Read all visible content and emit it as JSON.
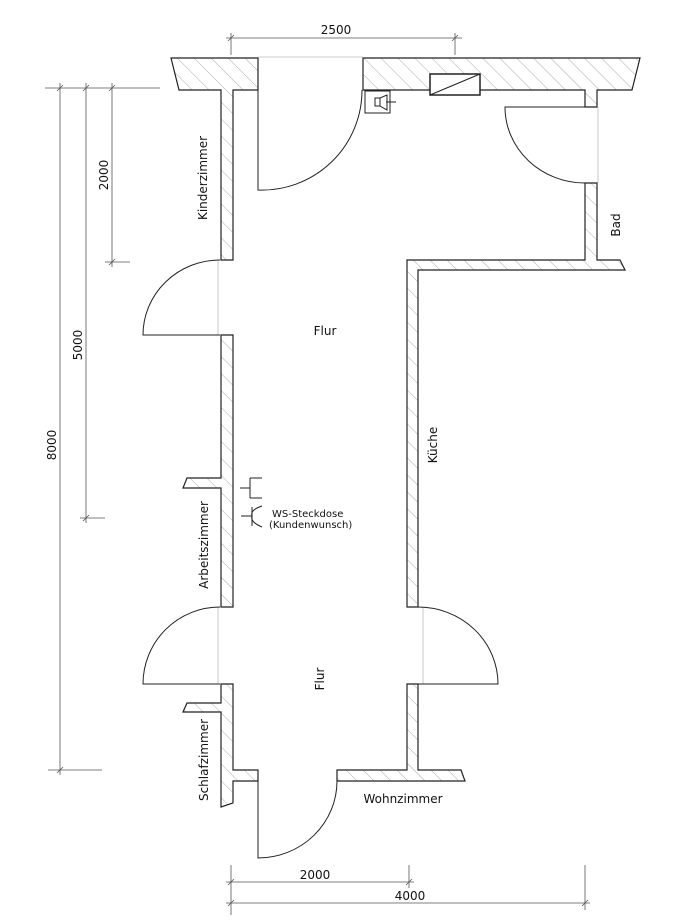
{
  "dimensions": {
    "top_width": "2500",
    "left_2000": "2000",
    "left_5000": "5000",
    "left_8000": "8000",
    "bottom_2000": "2000",
    "bottom_4000": "4000"
  },
  "rooms": {
    "kinderzimmer": "Kinderzimmer",
    "bad": "Bad",
    "flur_upper": "Flur",
    "kueche": "Küche",
    "arbeitszimmer": "Arbeitszimmer",
    "flur_lower": "Flur",
    "schlafzimmer": "Schlafzimmer",
    "wohnzimmer": "Wohnzimmer"
  },
  "annotations": {
    "socket_label_1": "WS-Steckdose",
    "socket_label_2": "(Kundenwunsch)"
  }
}
